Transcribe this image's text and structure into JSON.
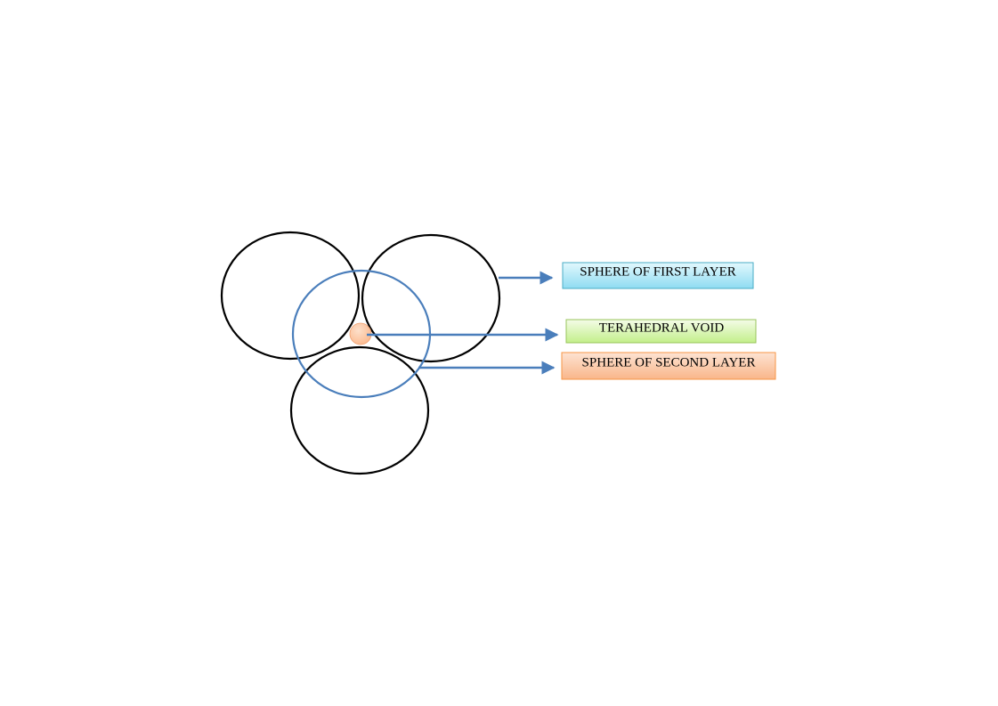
{
  "labels": {
    "first_layer": "SPHERE OF FIRST LAYER",
    "void": "TERAHEDRAL VOID",
    "second_layer": "SPHERE OF SECOND LAYER"
  },
  "colors": {
    "first_layer_sphere_stroke": "#000000",
    "second_layer_sphere_stroke": "#4a7ebb",
    "arrow": "#4a7ebb",
    "first_layer_box_top": "#e2f8fd",
    "first_layer_box_bottom": "#8fdcf2",
    "first_layer_box_border": "#4aacc6",
    "void_box_top": "#f4fce8",
    "void_box_bottom": "#c3ef8a",
    "void_box_border": "#98c45c",
    "second_layer_box_top": "#fde3d2",
    "second_layer_box_bottom": "#f9b68a",
    "second_layer_box_border": "#f79646",
    "void_sphere": "#fbb98e"
  }
}
